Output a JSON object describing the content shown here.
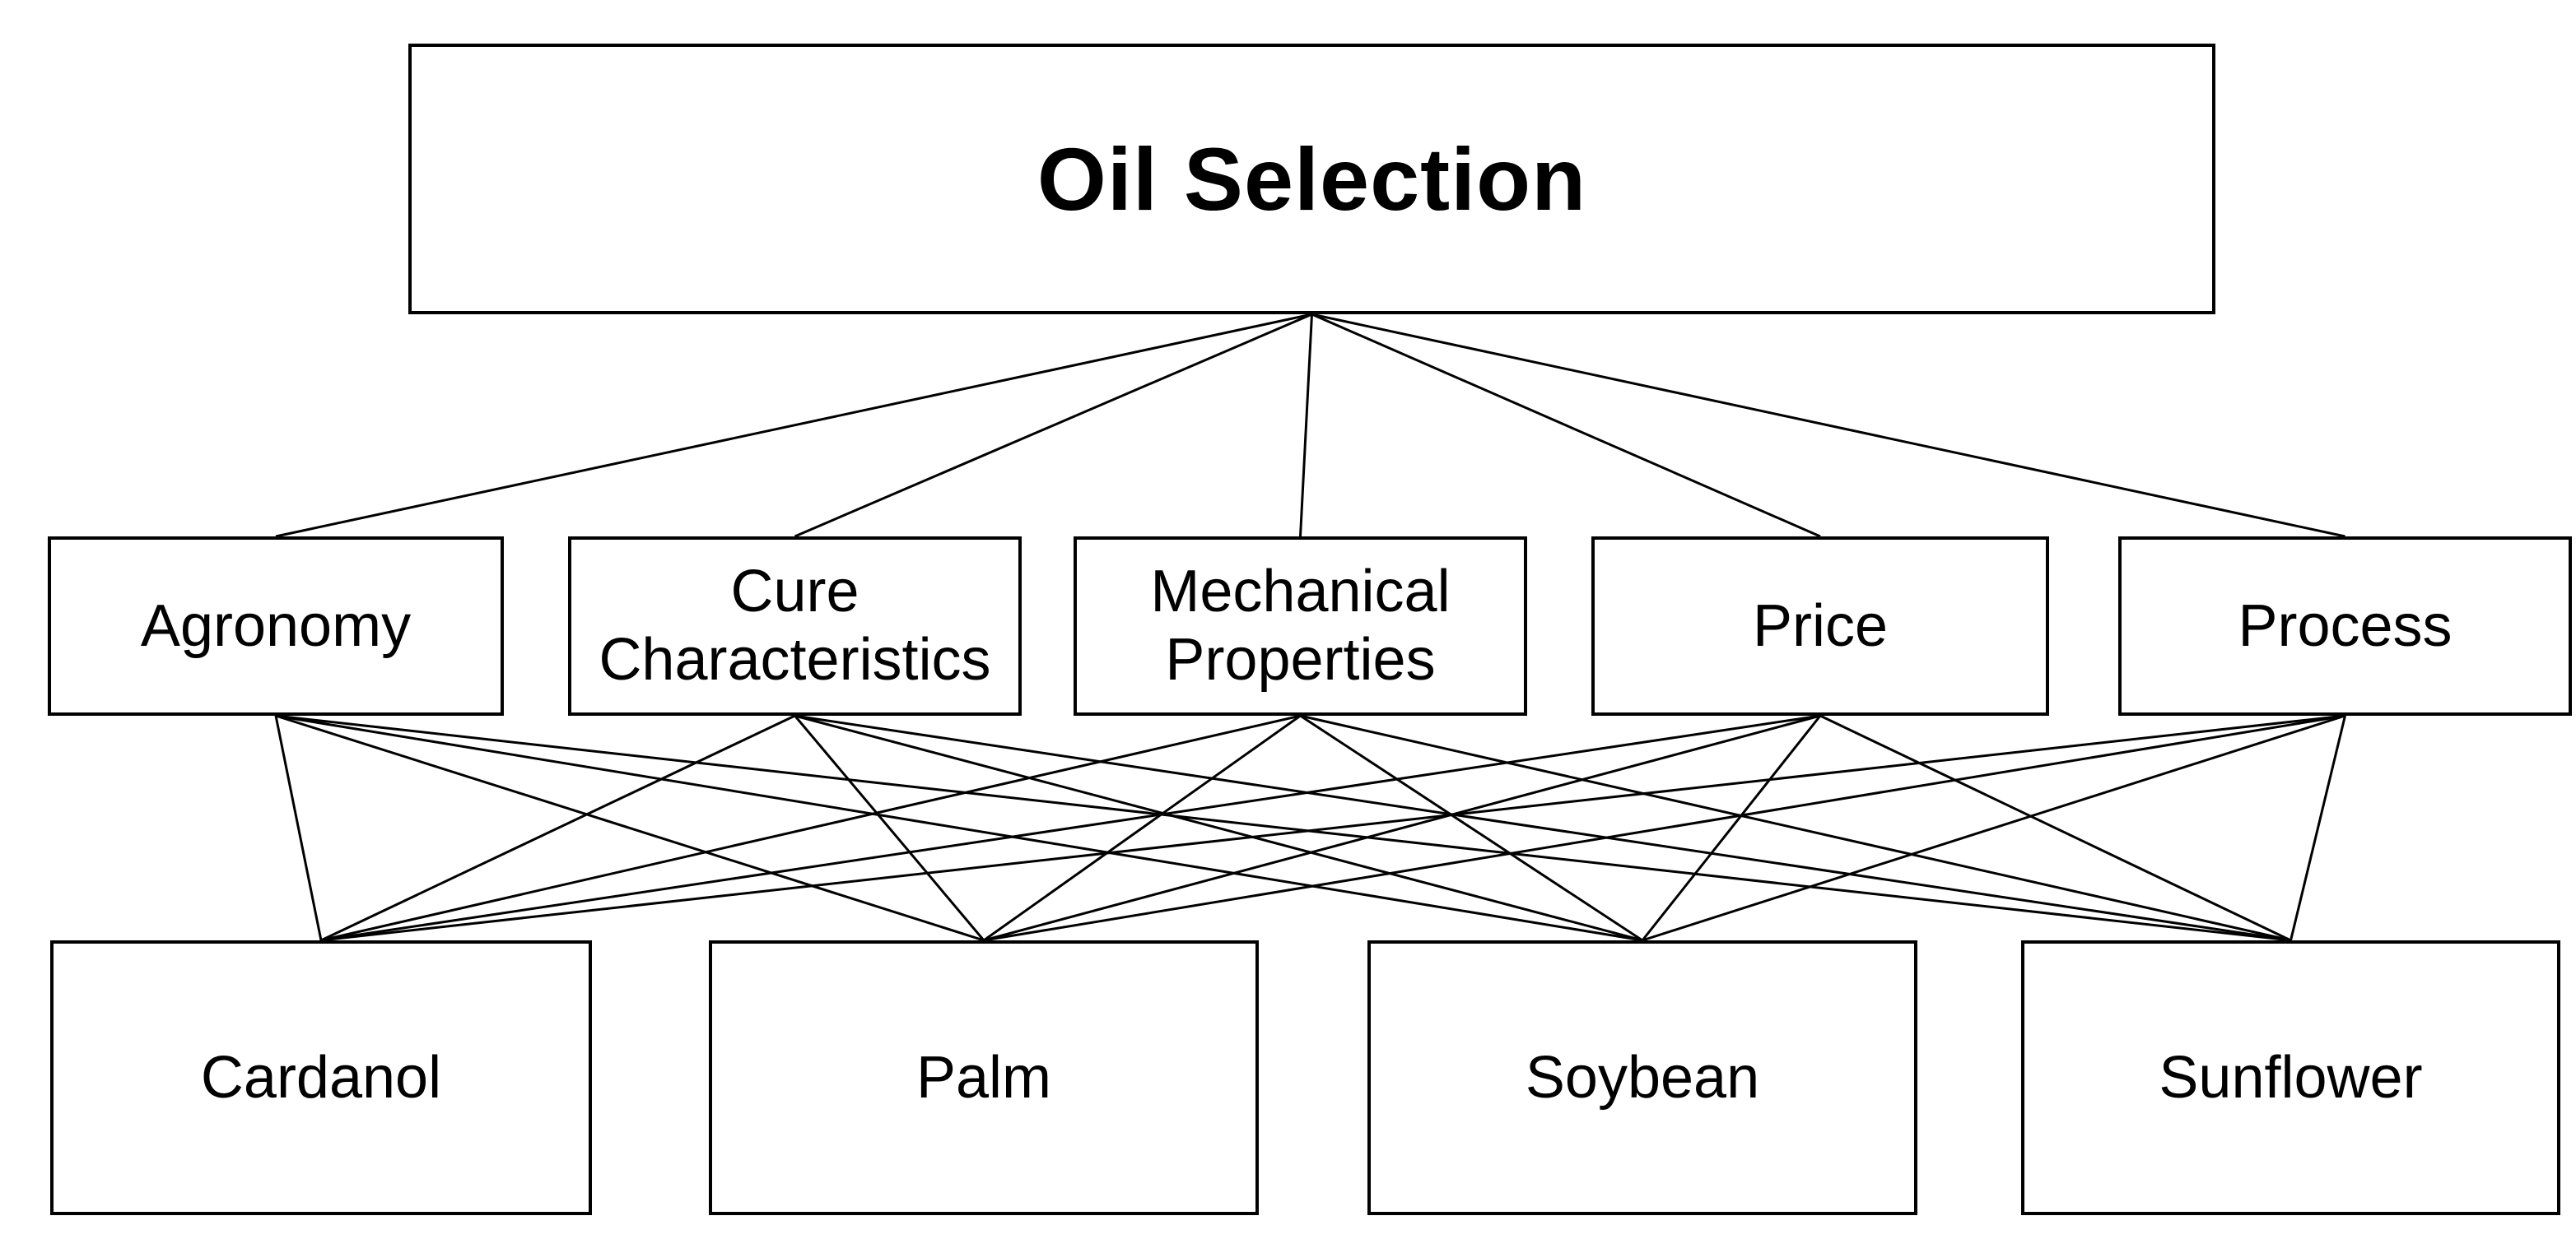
{
  "diagram": {
    "type": "hierarchy",
    "goal": {
      "label": "Oil Selection"
    },
    "criteria": [
      {
        "label": "Agronomy"
      },
      {
        "label": "Cure Characteristics"
      },
      {
        "label": "Mechanical Properties"
      },
      {
        "label": "Price"
      },
      {
        "label": "Process"
      }
    ],
    "alternatives": [
      {
        "label": "Cardanol"
      },
      {
        "label": "Palm"
      },
      {
        "label": "Soybean"
      },
      {
        "label": "Sunflower"
      }
    ],
    "edges": {
      "goal_to_criteria": "all",
      "criteria_to_alternatives": "all"
    },
    "colors": {
      "background": "#ffffff",
      "box_fill": "#ffffff",
      "box_border": "#000000",
      "line": "#000000",
      "text": "#000000"
    },
    "line_width": 3,
    "border_width": 4
  }
}
